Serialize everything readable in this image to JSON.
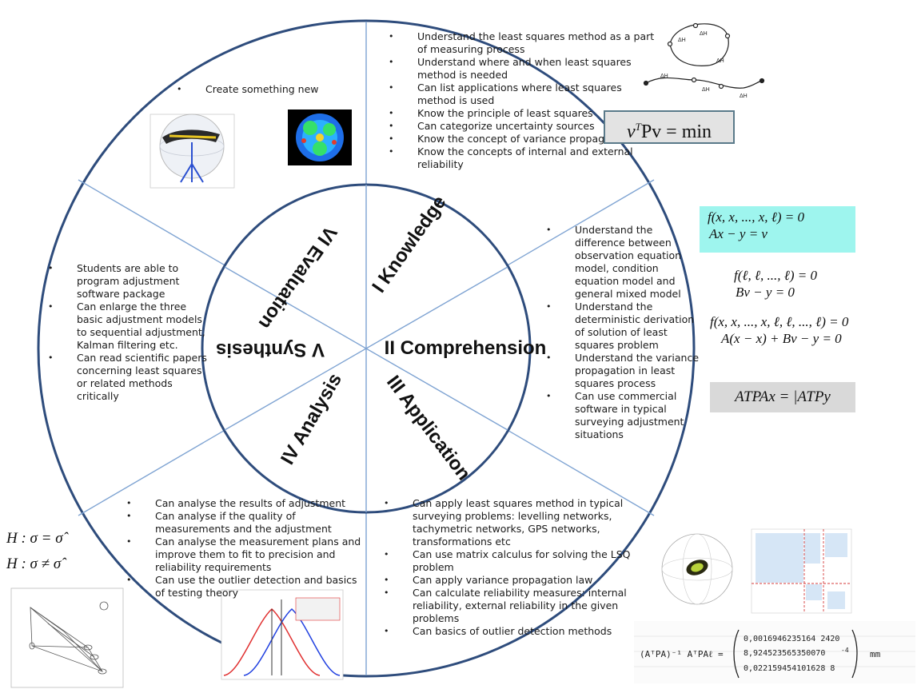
{
  "center_labels": {
    "knowledge": "I Knowledge",
    "comprehension": "II Comprehension",
    "application": "III Application",
    "analysis": "IV Analysis",
    "synthesis": "V Synthesis",
    "evaluation": "VI Evaluation"
  },
  "evaluation": {
    "items": [
      "Create something new"
    ]
  },
  "knowledge": {
    "items": [
      "Understand the least squares method as a part of measuring process",
      "Understand where and when least squares method  is needed",
      "Can list applications where least squares method  is used",
      "Know the  principle of least squares",
      "Can categorize uncertainty sources",
      "Know the  concept of variance propagation",
      "Know the  concepts of internal and external reliability"
    ]
  },
  "comprehension": {
    "items": [
      "Understand the difference between observation equation model, condition equation model and general mixed model",
      "Understand the deterministic derivation of solution of least squares problem",
      "Understand the variance propagation in least squares process",
      "Can use commercial software in typical surveying adjustment situations"
    ]
  },
  "synthesis": {
    "items": [
      "Students  are  able to program adjustment software package",
      "Can enlarge the three basic adjustment models to sequential adjustment, Kalman filtering etc.",
      "Can read scientific papers concerning least squares or related  methods critically"
    ]
  },
  "analysis": {
    "items": [
      "Can analyse the results of adjustment",
      "Can analyse if the quality of measurements and the  adjustment",
      "Can analyse the measurement  plans and improve them  to fit to precision and reliability requirements",
      "Can use the outlier detection and basics of testing theory"
    ]
  },
  "application": {
    "items": [
      "Can apply least squares method  in typical surveying problems: levelling networks, tachymetric networks, GPS networks, transformations etc",
      "Can use matrix calculus for solving the LSQ problem",
      "Can apply variance propagation law",
      "Can calculate reliability measures: internal reliability, external reliability in the given problems",
      "Can  basics of outlier detection methods"
    ]
  },
  "formulas": {
    "min_lhs": "v",
    "min_sup": "T",
    "min_rhs": "Pv = min",
    "condition_general": "f(x, x, ..., x, ℓ) = 0",
    "observation_model": "Ax − y = v",
    "condition_eq": "f(ℓ, ℓ, ..., ℓ) = 0",
    "condition_model": "Bv − y = 0",
    "mixed_eq": "f(x, x, ..., x, ℓ, ℓ, ..., ℓ) = 0",
    "mixed_model": "A(x − x) + Bv − y = 0",
    "normal_eq": "ATPAx = |ATPy",
    "h0": "H : σ = σ̂",
    "h1": "H : σ ≠ σ̂"
  },
  "handwritten": {
    "lhs": "(AᵀPA)⁻¹ AᵀPAℓ =",
    "row1": "0,0016946235164 2420",
    "row2": "8,924523565350070",
    "row3": "0,022159454101628 8",
    "exp": "-4",
    "unit": "mm"
  },
  "sketch_labels": {
    "dh1": "ΔH",
    "dh2": "ΔH",
    "dh3": "ΔH"
  },
  "colors": {
    "circle": "#2e4c7c",
    "divider": "#7ea3d2",
    "cyan_box": "#9ef5ee",
    "grey_box": "#d9d9d9"
  }
}
